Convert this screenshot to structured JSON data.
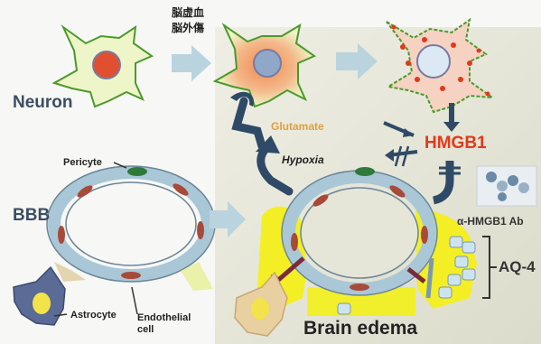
{
  "labels": {
    "injury_line1": "脳虚血",
    "injury_line2": "脳外傷",
    "neuron": "Neuron",
    "bbb": "BBB",
    "pericyte": "Pericyte",
    "astrocyte": "Astrocyte",
    "endothelial_line1": "Endothelial",
    "endothelial_line2": "cell",
    "glutamate": "Glutamate",
    "hypoxia": "Hypoxia",
    "hmgb1": "HMGB1",
    "antibody": "α-HMGB1 Ab",
    "aq4": "AQ-4",
    "brain_edema": "Brain edema"
  },
  "colors": {
    "panel_bg": "#e6e6d8",
    "neuron_fill": "#eef5c8",
    "neuron_outline": "#4a9a2a",
    "nucleus_red": "#e05030",
    "nucleus_blue": "#8fa8c8",
    "vessel_blue": "#a9c7d6",
    "astro_yellow": "#f3ef1a",
    "dark_arrow": "#2f4a66",
    "hmgb1_red": "#e03a1a",
    "glutamate_orange": "#e0a040",
    "aq4_cyan": "#cde3ef"
  }
}
